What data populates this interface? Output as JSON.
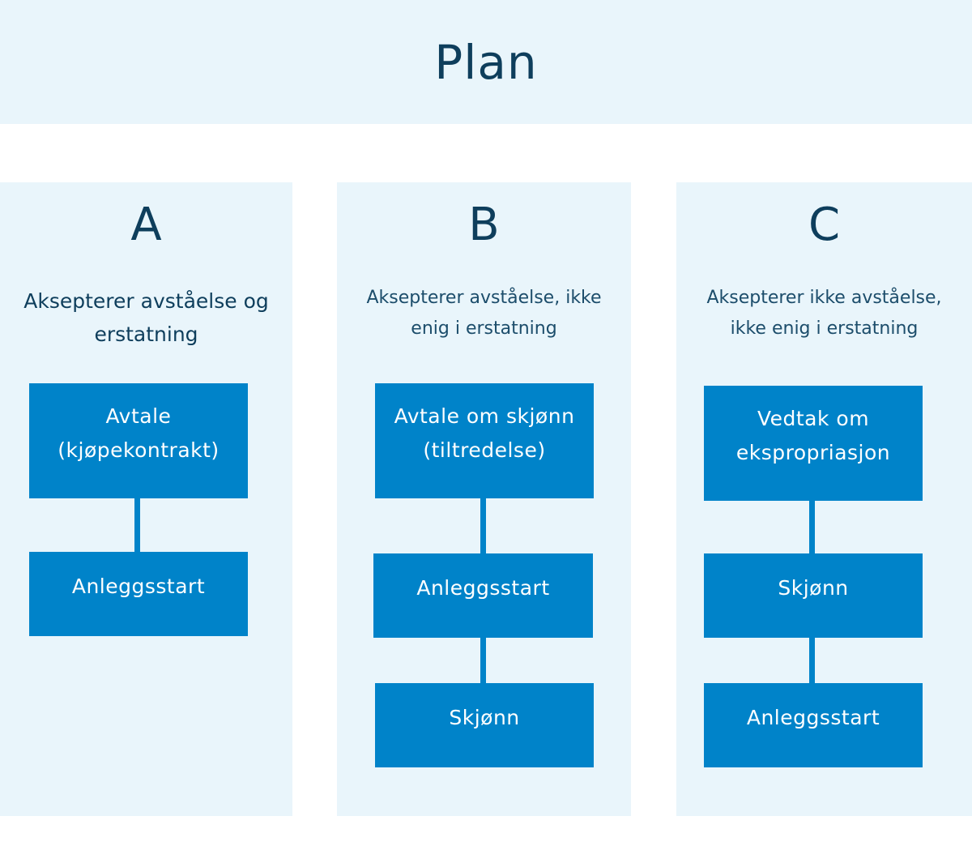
{
  "header": {
    "title": "Plan"
  },
  "columns": [
    {
      "letter": "A",
      "subtitle_lines": [
        "Aksepterer avståelse og",
        "erstatning"
      ],
      "steps": [
        {
          "lines": [
            "Avtale",
            "(kjøpekontrakt)"
          ]
        },
        {
          "lines": [
            "Anleggsstart"
          ]
        }
      ]
    },
    {
      "letter": "B",
      "subtitle_lines": [
        "Aksepterer avståelse, ikke",
        "enig i erstatning"
      ],
      "steps": [
        {
          "lines": [
            "Avtale om skjønn",
            "(tiltredelse)"
          ]
        },
        {
          "lines": [
            "Anleggsstart"
          ]
        },
        {
          "lines": [
            "Skjønn"
          ]
        }
      ]
    },
    {
      "letter": "C",
      "subtitle_lines": [
        "Aksepterer ikke avståelse,",
        "ikke enig i erstatning"
      ],
      "steps": [
        {
          "lines": [
            "Vedtak om",
            "ekspropriasjon"
          ]
        },
        {
          "lines": [
            "Skjønn"
          ]
        },
        {
          "lines": [
            "Anleggsstart"
          ]
        }
      ]
    }
  ],
  "colors": {
    "panel_background": "#e9f5fb",
    "box_fill": "#0083c9",
    "title_text": "#0e3e5c",
    "box_text": "#ffffff"
  }
}
